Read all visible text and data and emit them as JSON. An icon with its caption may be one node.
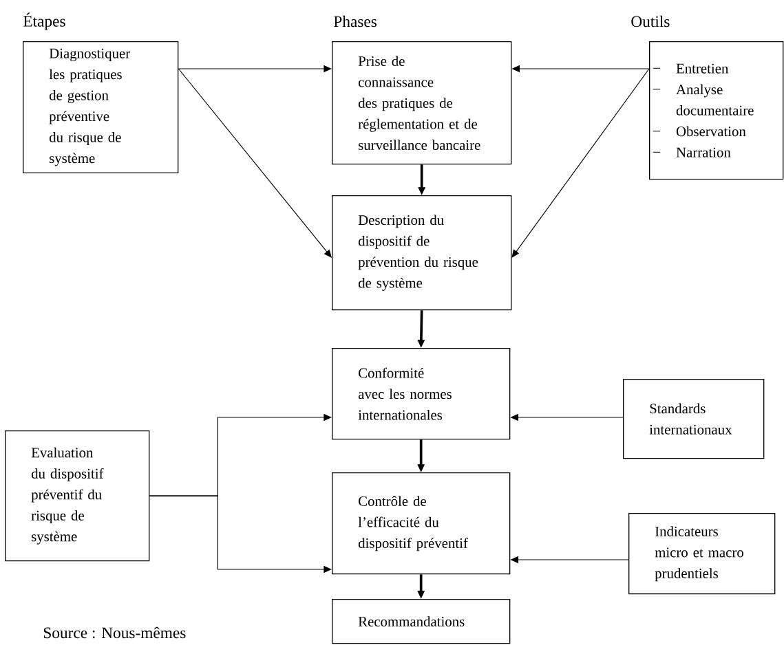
{
  "diagram": {
    "nodes": [
      {
        "text": [
          "Diagnostiquer les pratiques de gestion préventive du risque de système"
        ]
      },
      {
        "text": [
          "Prise de connaissance des pratiques de réglementation et de surveillance bancaire"
        ]
      },
      {
        "text": [
          "Entretien",
          "Analyse documentaire",
          "Observation",
          "Narration"
        ]
      },
      {
        "text": [
          "Description du dispositif de prévention du risque de système"
        ]
      },
      {
        "text": [
          "Conformité avec les normes internationales"
        ]
      },
      {
        "text": [
          "Standards internationaux"
        ]
      },
      {
        "text": [
          "Evaluation du dispositif préventif du risque de système"
        ]
      },
      {
        "text": [
          "Contrôle de l’efficacité du dispositif préventif"
        ]
      },
      {
        "text": [
          "Indicateurs micro et macro prudentiels"
        ]
      },
      {
        "text": [
          "Recommandations"
        ]
      }
    ],
    "edges": [
      {
        "from": 0,
        "to": 1,
        "arrow": "to"
      },
      {
        "from": 0,
        "to": 3,
        "arrow": "to"
      },
      {
        "from": 2,
        "to": 1,
        "arrow": "to"
      },
      {
        "from": 2,
        "to": 3,
        "arrow": "to"
      },
      {
        "from": 1,
        "to": 3,
        "arrow": "to",
        "style": "thick"
      },
      {
        "from": 3,
        "to": 4,
        "arrow": "to",
        "style": "thick"
      },
      {
        "from": 5,
        "to": 4,
        "arrow": "to"
      },
      {
        "from": 6,
        "to": 4,
        "arrow": "to"
      },
      {
        "from": 6,
        "to": 7,
        "arrow": "to"
      },
      {
        "from": 4,
        "to": 7,
        "arrow": "to",
        "style": "thick"
      },
      {
        "from": 8,
        "to": 7,
        "arrow": "to"
      },
      {
        "from": 7,
        "to": 9,
        "arrow": "to",
        "style": "thick"
      }
    ],
    "labels": [
      "Étapes",
      "Phases",
      "Outils",
      "Source : Nous-mêmes"
    ]
  }
}
